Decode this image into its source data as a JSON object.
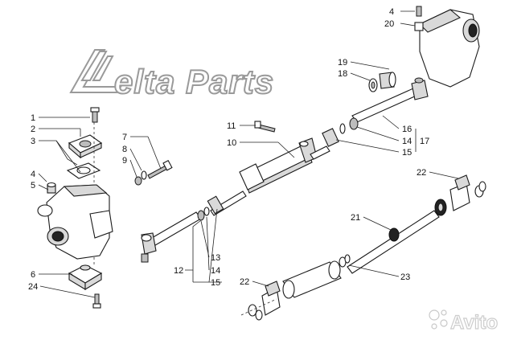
{
  "watermark": {
    "brand_text": "elta Parts",
    "site_text": "Avito"
  },
  "callouts": {
    "n1": "1",
    "n2": "2",
    "n3": "3",
    "n4a": "4",
    "n5": "5",
    "n6": "6",
    "n24a": "24",
    "n7": "7",
    "n8": "8",
    "n9": "9",
    "n11": "11",
    "n10": "10",
    "n12": "12",
    "n13": "13",
    "n14a": "14",
    "n15a": "15",
    "n4b": "4",
    "n20": "20",
    "n19": "19",
    "n18": "18",
    "n16": "16",
    "n14b": "14",
    "n15b": "15",
    "n17": "17",
    "n22a": "22",
    "n21": "21",
    "n23": "23",
    "n22b": "22"
  }
}
